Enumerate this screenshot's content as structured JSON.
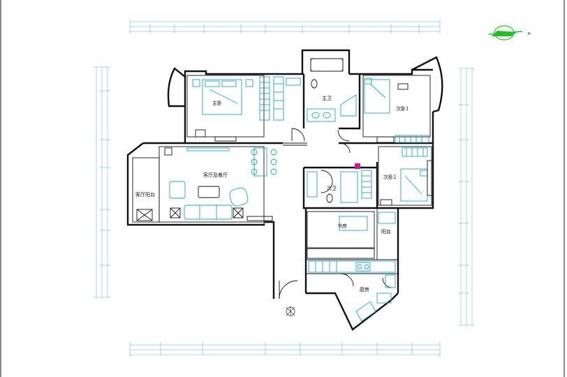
{
  "plan": {
    "rooms": {
      "master_bedroom": "主卧",
      "master_bath": "主卫",
      "second_bedroom_1": "次卧1",
      "second_bedroom_2": "次卧2",
      "second_bath": "次卫",
      "living_dining": "客厅及餐厅",
      "living_balcony": "客厅阳台",
      "study": "书房",
      "balcony": "阳台",
      "kitchen": "厨房"
    },
    "north_label": "N"
  },
  "colors": {
    "wall": "#111111",
    "furniture": "#1aa7c8",
    "dimension": "#5aa9c8",
    "compass": "#22c022",
    "accent": "#d01890"
  }
}
